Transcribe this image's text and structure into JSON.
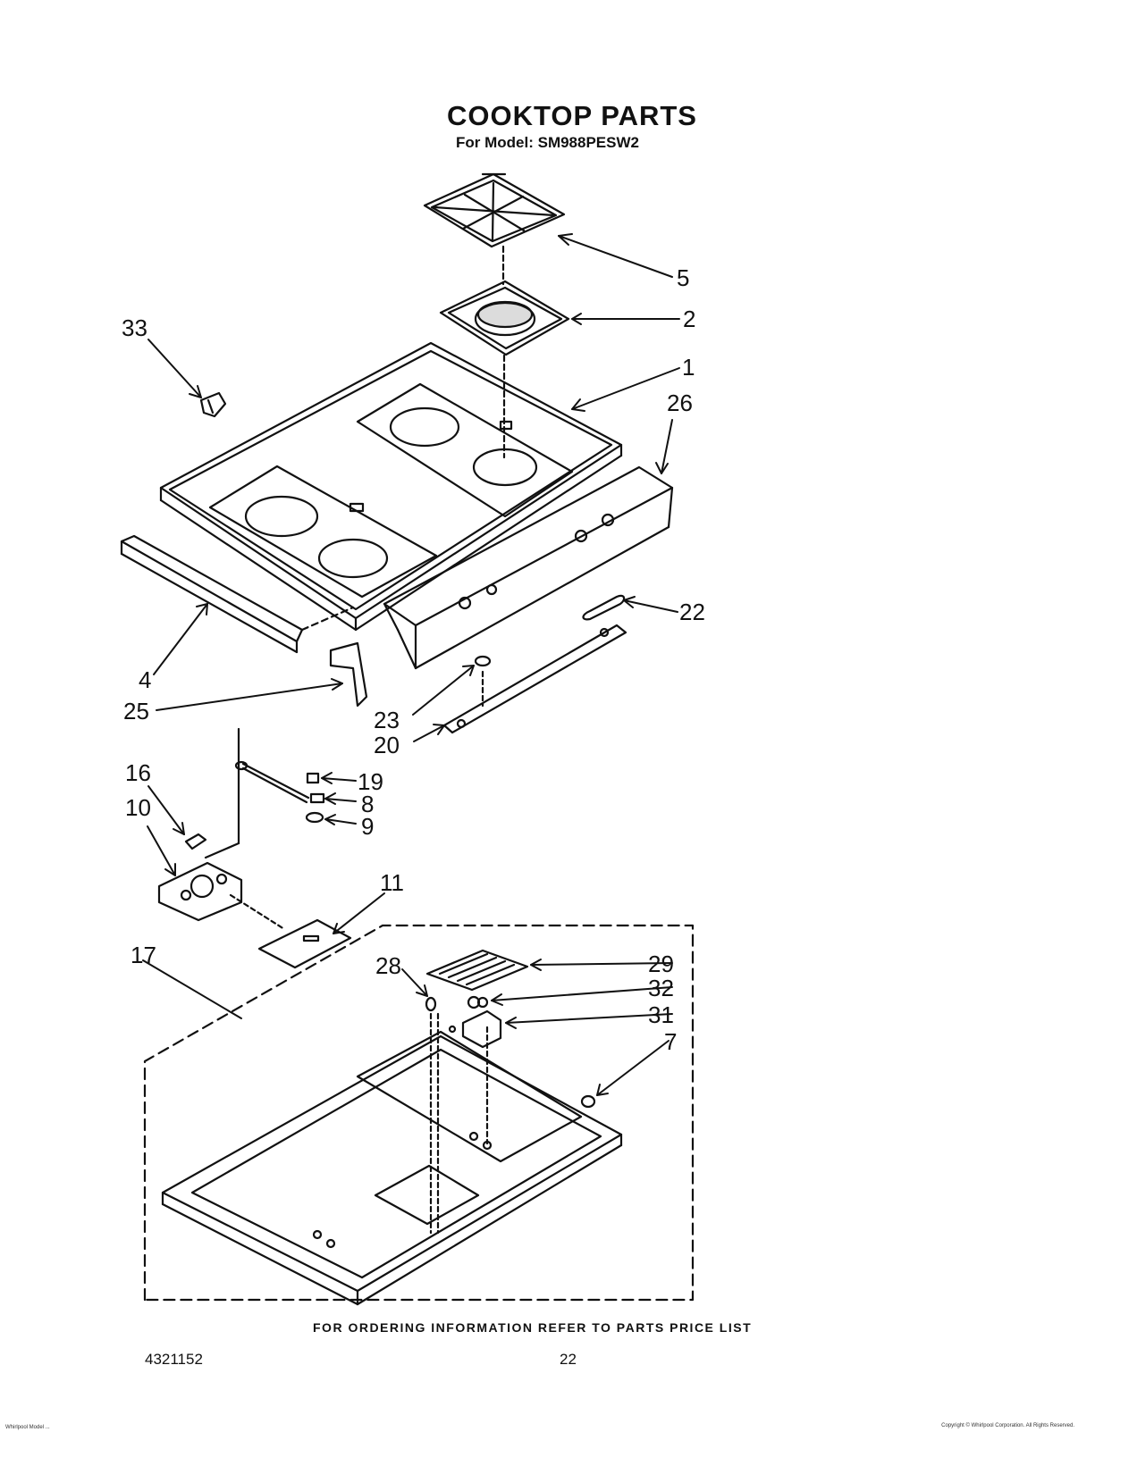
{
  "header": {
    "title": "COOKTOP PARTS",
    "model_line": "For Model: SM988PESW2"
  },
  "callouts": {
    "c1": "1",
    "c2": "2",
    "c4": "4",
    "c5": "5",
    "c7": "7",
    "c8": "8",
    "c9": "9",
    "c10": "10",
    "c11": "11",
    "c16": "16",
    "c17": "17",
    "c19": "19",
    "c20": "20",
    "c22": "22",
    "c23": "23",
    "c25": "25",
    "c26": "26",
    "c28": "28",
    "c29": "29",
    "c31": "31",
    "c32": "32",
    "c33": "33"
  },
  "footer": {
    "ordering_note": "FOR ORDERING INFORMATION REFER TO PARTS PRICE LIST",
    "doc_number": "4321152",
    "page_number": "22"
  },
  "fine_print": {
    "left": "Whirlpool Model ...",
    "right": "Copyright © Whirlpool Corporation. All Rights Reserved."
  }
}
